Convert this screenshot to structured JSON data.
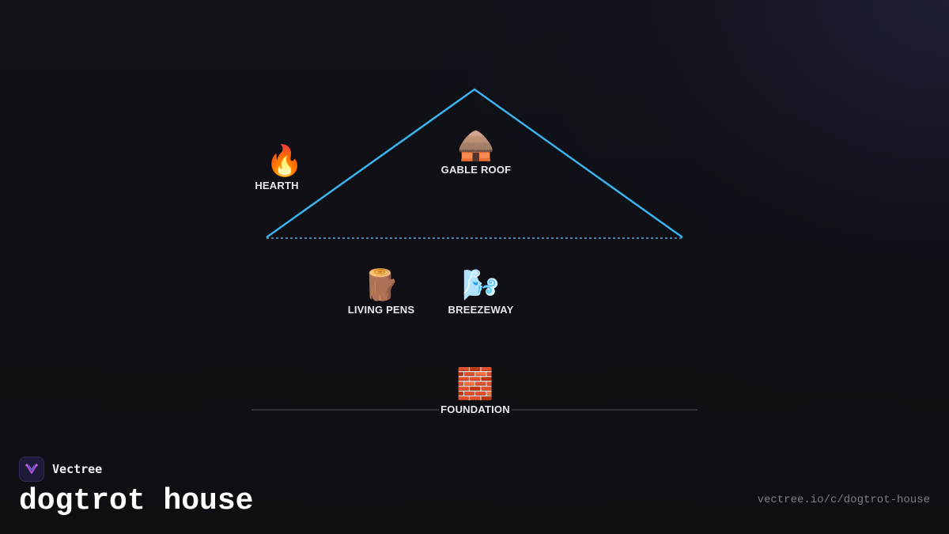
{
  "brand": {
    "name": "Vectree",
    "logo_icon": "vectree-logo-icon"
  },
  "title": "dogtrot house",
  "url": "vectree.io/c/dogtrot-house",
  "colors": {
    "roof_line": "#3bb3ee",
    "ground_line": "#3a3a44",
    "background": "#0f0f14",
    "logo_accent": "#b455e8"
  },
  "diagram": {
    "nodes": [
      {
        "id": "hearth",
        "emoji": "🔥",
        "label": "HEARTH",
        "icon": "fire-icon"
      },
      {
        "id": "gable_roof",
        "emoji": "🛖",
        "label": "GABLE ROOF",
        "icon": "hut-icon"
      },
      {
        "id": "living_pens",
        "emoji": "🪵",
        "label": "LIVING PENS",
        "icon": "wood-log-icon"
      },
      {
        "id": "breezeway",
        "emoji": "🌬️",
        "label": "BREEZEWAY",
        "icon": "wind-face-icon"
      },
      {
        "id": "foundation",
        "emoji": "🧱",
        "label": "FOUNDATION",
        "icon": "brick-icon"
      }
    ]
  }
}
